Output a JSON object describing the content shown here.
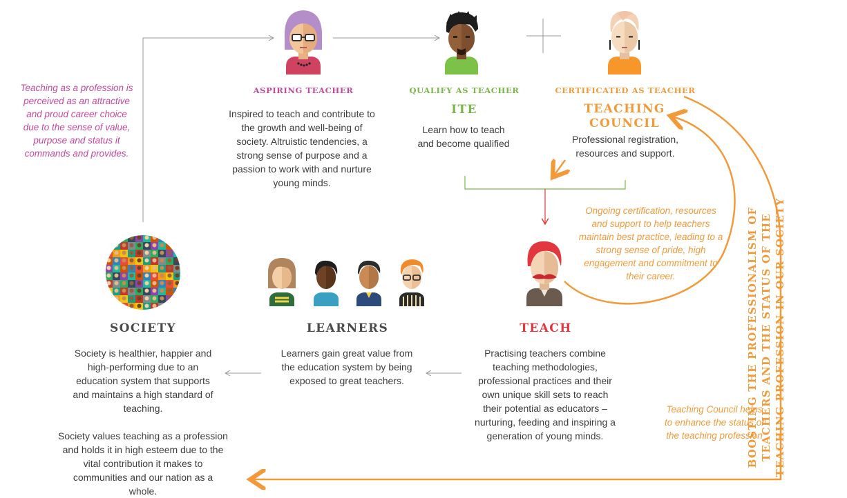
{
  "intro_text": "Teaching as a profession is perceived as an attractive and proud career choice due to the sense of value, purpose and status it commands and provides.",
  "aspiring": {
    "label": "ASPIRING TEACHER",
    "body": "Inspired to teach and contribute to the growth and well-being of society. Altruistic tendencies, a strong sense of purpose and a passion to work with and nurture young minds."
  },
  "qualify": {
    "label": "QUALIFY AS TEACHER",
    "heading": "ITE",
    "body": "Learn how to teach and become qualified"
  },
  "certificated": {
    "label": "CERTIFICATED AS TEACHER",
    "heading_line1": "TEACHING",
    "heading_line2": "COUNCIL",
    "body": "Professional registration, resources and support."
  },
  "ongoing_text": "Ongoing certification, resources and support to help teachers maintain best practice, leading to a strong sense of pride, high engagement and commitment to their career.",
  "teach": {
    "label": "TEACH",
    "body": "Practising teachers combine teaching methodologies, professional practices and their own unique skill sets to reach their potential as educators – nurturing, feeding and inspiring a generation of young minds."
  },
  "learners": {
    "label": "LEARNERS",
    "body": "Learners gain great value from the education system by being exposed to great teachers."
  },
  "society": {
    "label": "SOCIETY",
    "body1": "Society is healthier, happier and high-performing due to an education system that supports and maintains a high standard of teaching.",
    "body2": "Society values teaching as a profession and holds it in high esteem due to the vital contribution it makes to communities and our nation as a whole."
  },
  "council_note": "Teaching Council helps to enhance the status of the teaching profession",
  "vertical_text": {
    "line1": "BOOSTING THE PROFESSIONALISM OF",
    "line2": "TEACHERS AND THE STATUS OF THE",
    "line3": "TEACHING PROFESSION IN OUR SOCIETY"
  },
  "colors": {
    "pink": "#c4499d",
    "green": "#7ab648",
    "orange": "#f29a3a",
    "red": "#e2373f",
    "dark": "#4a4a4a"
  }
}
